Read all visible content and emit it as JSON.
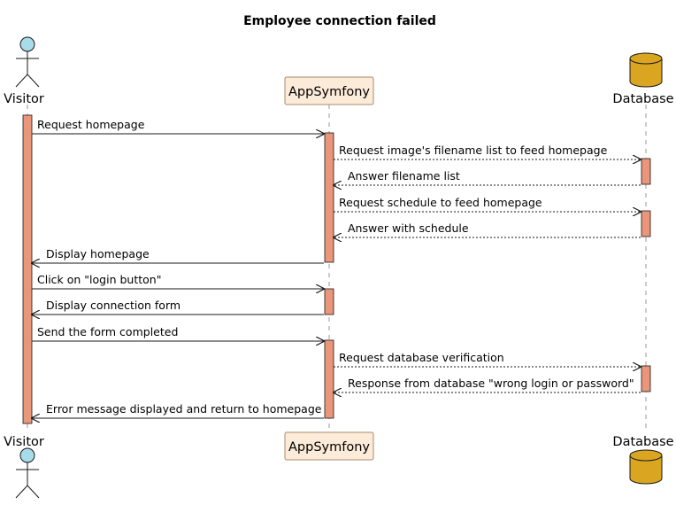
{
  "title": "Employee connection failed",
  "participants": {
    "visitor": {
      "name": "Visitor",
      "kind": "actor"
    },
    "app": {
      "name": "AppSymfony",
      "kind": "participant"
    },
    "db": {
      "name": "Database",
      "kind": "database"
    }
  },
  "messages": [
    {
      "from": "visitor",
      "to": "app",
      "label": "Request homepage",
      "style": "solid"
    },
    {
      "from": "app",
      "to": "db",
      "label": "Request image's filename list to feed homepage",
      "style": "dashed"
    },
    {
      "from": "db",
      "to": "app",
      "label": "Answer filename list",
      "style": "dashed"
    },
    {
      "from": "app",
      "to": "db",
      "label": "Request schedule to feed homepage",
      "style": "dashed"
    },
    {
      "from": "db",
      "to": "app",
      "label": "Answer with schedule",
      "style": "dashed"
    },
    {
      "from": "app",
      "to": "visitor",
      "label": "Display homepage",
      "style": "solid"
    },
    {
      "from": "visitor",
      "to": "app",
      "label": "Click on \"login button\"",
      "style": "solid"
    },
    {
      "from": "app",
      "to": "visitor",
      "label": "Display connection form",
      "style": "solid"
    },
    {
      "from": "visitor",
      "to": "app",
      "label": "Send the form completed",
      "style": "solid"
    },
    {
      "from": "app",
      "to": "db",
      "label": "Request database verification",
      "style": "dashed"
    },
    {
      "from": "db",
      "to": "app",
      "label": "Response from database \"wrong login or password\"",
      "style": "dashed"
    },
    {
      "from": "app",
      "to": "visitor",
      "label": "Error message displayed and return to homepage",
      "style": "solid"
    }
  ],
  "colors": {
    "activation": "#E9967A",
    "participant_fill": "#FCEBD9",
    "participant_border": "#A88B6A",
    "database_fill": "#DAA520",
    "actor_head": "#A9DCEB",
    "lifeline": "#999999"
  }
}
